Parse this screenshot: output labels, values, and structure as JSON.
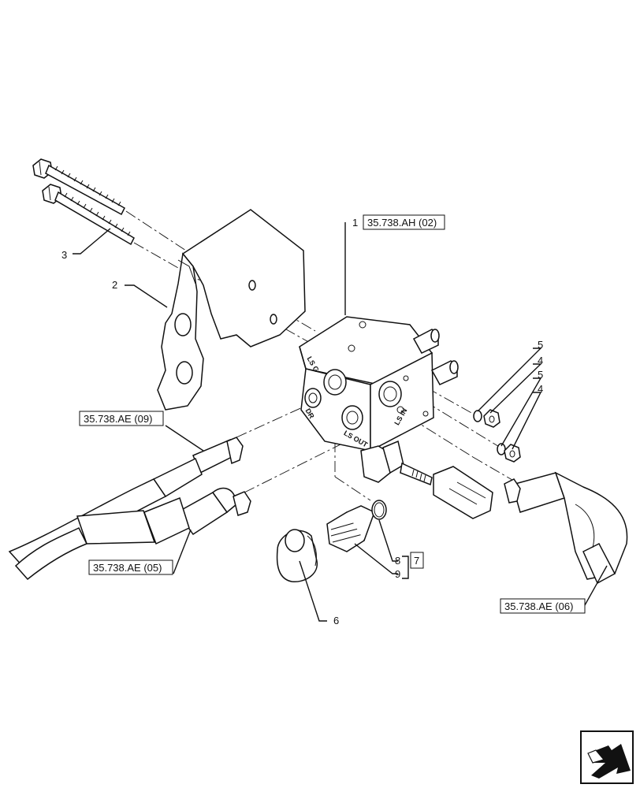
{
  "callouts": {
    "c1": "1",
    "c2": "2",
    "c3": "3",
    "c4a": "4",
    "c4b": "4",
    "c5a": "5",
    "c5b": "5",
    "c6": "6",
    "c7": "7",
    "c8": "8",
    "c9": "9"
  },
  "references": {
    "ah02": "35.738.AH (02)",
    "ae09": "35.738.AE (09)",
    "ae05": "35.738.AE (05)",
    "ae06": "35.738.AE (06)"
  },
  "ports": {
    "lsg": "LS G",
    "dr": "DR",
    "lsout": "LS OUT",
    "lsin": "LS IN"
  },
  "nav_icon": "next-page-arrow-icon"
}
